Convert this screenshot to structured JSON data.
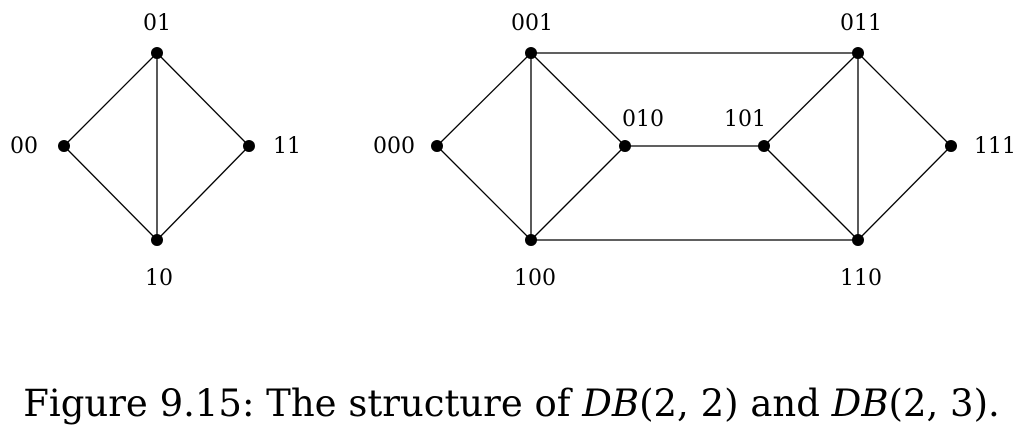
{
  "graphs": [
    {
      "nodes": [
        {
          "id": "00",
          "label": "00"
        },
        {
          "id": "01",
          "label": "01"
        },
        {
          "id": "11",
          "label": "11"
        },
        {
          "id": "10",
          "label": "10"
        }
      ],
      "edges": [
        [
          "00",
          "01"
        ],
        [
          "01",
          "11"
        ],
        [
          "11",
          "10"
        ],
        [
          "10",
          "00"
        ],
        [
          "01",
          "10"
        ]
      ]
    },
    {
      "nodes": [
        {
          "id": "000",
          "label": "000"
        },
        {
          "id": "001",
          "label": "001"
        },
        {
          "id": "010",
          "label": "010"
        },
        {
          "id": "101",
          "label": "101"
        },
        {
          "id": "011",
          "label": "011"
        },
        {
          "id": "111",
          "label": "111"
        },
        {
          "id": "100",
          "label": "100"
        },
        {
          "id": "110",
          "label": "110"
        }
      ],
      "edges": [
        [
          "000",
          "001"
        ],
        [
          "000",
          "100"
        ],
        [
          "001",
          "100"
        ],
        [
          "001",
          "010"
        ],
        [
          "001",
          "011"
        ],
        [
          "010",
          "100"
        ],
        [
          "010",
          "101"
        ],
        [
          "100",
          "110"
        ],
        [
          "101",
          "011"
        ],
        [
          "101",
          "110"
        ],
        [
          "011",
          "110"
        ],
        [
          "011",
          "111"
        ],
        [
          "110",
          "111"
        ]
      ]
    }
  ],
  "caption": {
    "prefix": "Figure 9.15: The structure of ",
    "graph1_name": "DB",
    "graph1_args": "(2, 2)",
    "middle": " and ",
    "graph2_name": "DB",
    "graph2_args": "(2, 3)",
    "suffix": "."
  }
}
